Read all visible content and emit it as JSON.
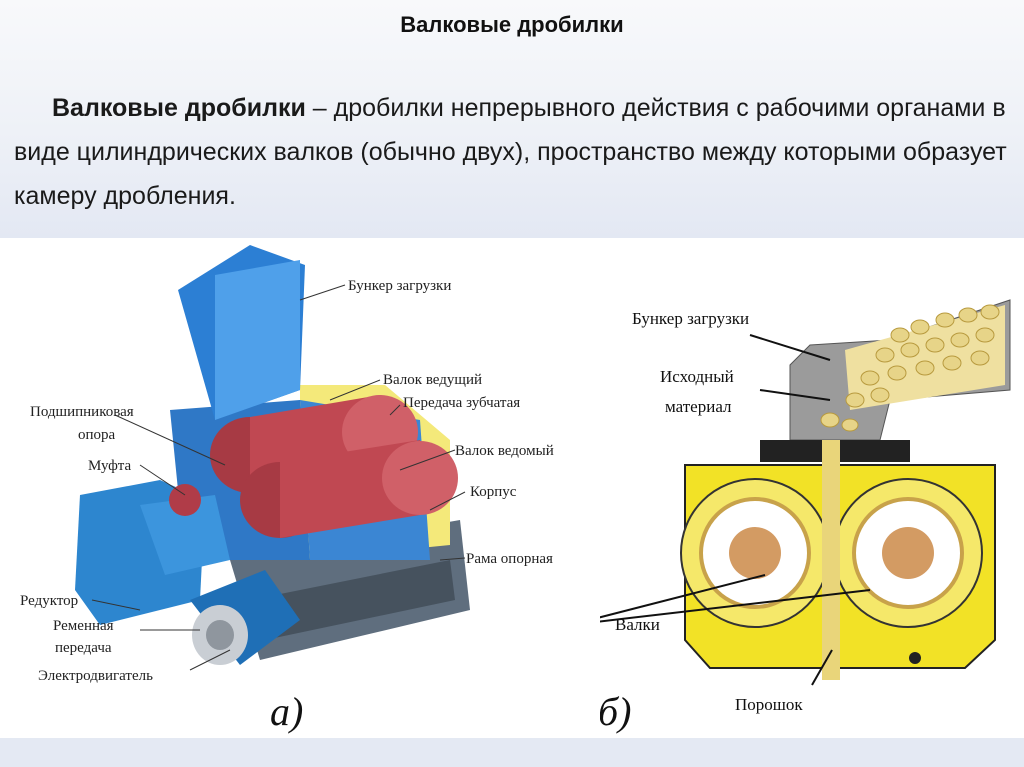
{
  "slide": {
    "title": "Валковые дробилки",
    "definition_term": "Валковые дробилки",
    "definition_rest": " – дробилки непрерывного действия с рабочими органами в виде цилиндрических валков (обычно двух), пространство между которыми образует камеру дробления."
  },
  "figure_a": {
    "letter": "а)",
    "labels": {
      "hopper": "Бункер загрузки",
      "drive_roll": "Валок ведущий",
      "gear": "Передача зубчатая",
      "bearing_1": "Подшипниковая",
      "bearing_2": "опора",
      "coupling": "Муфта",
      "driven_roll": "Валок ведомый",
      "housing": "Корпус",
      "frame": "Рама опорная",
      "reducer": "Редуктор",
      "belt_1": "Ременная",
      "belt_2": "передача",
      "motor": "Электродвигатель"
    }
  },
  "figure_b": {
    "letter": "б)",
    "labels": {
      "hopper": "Бункер загрузки",
      "material_1": "Исходный",
      "material_2": "материал",
      "rolls": "Валки",
      "powder": "Порошок"
    }
  }
}
